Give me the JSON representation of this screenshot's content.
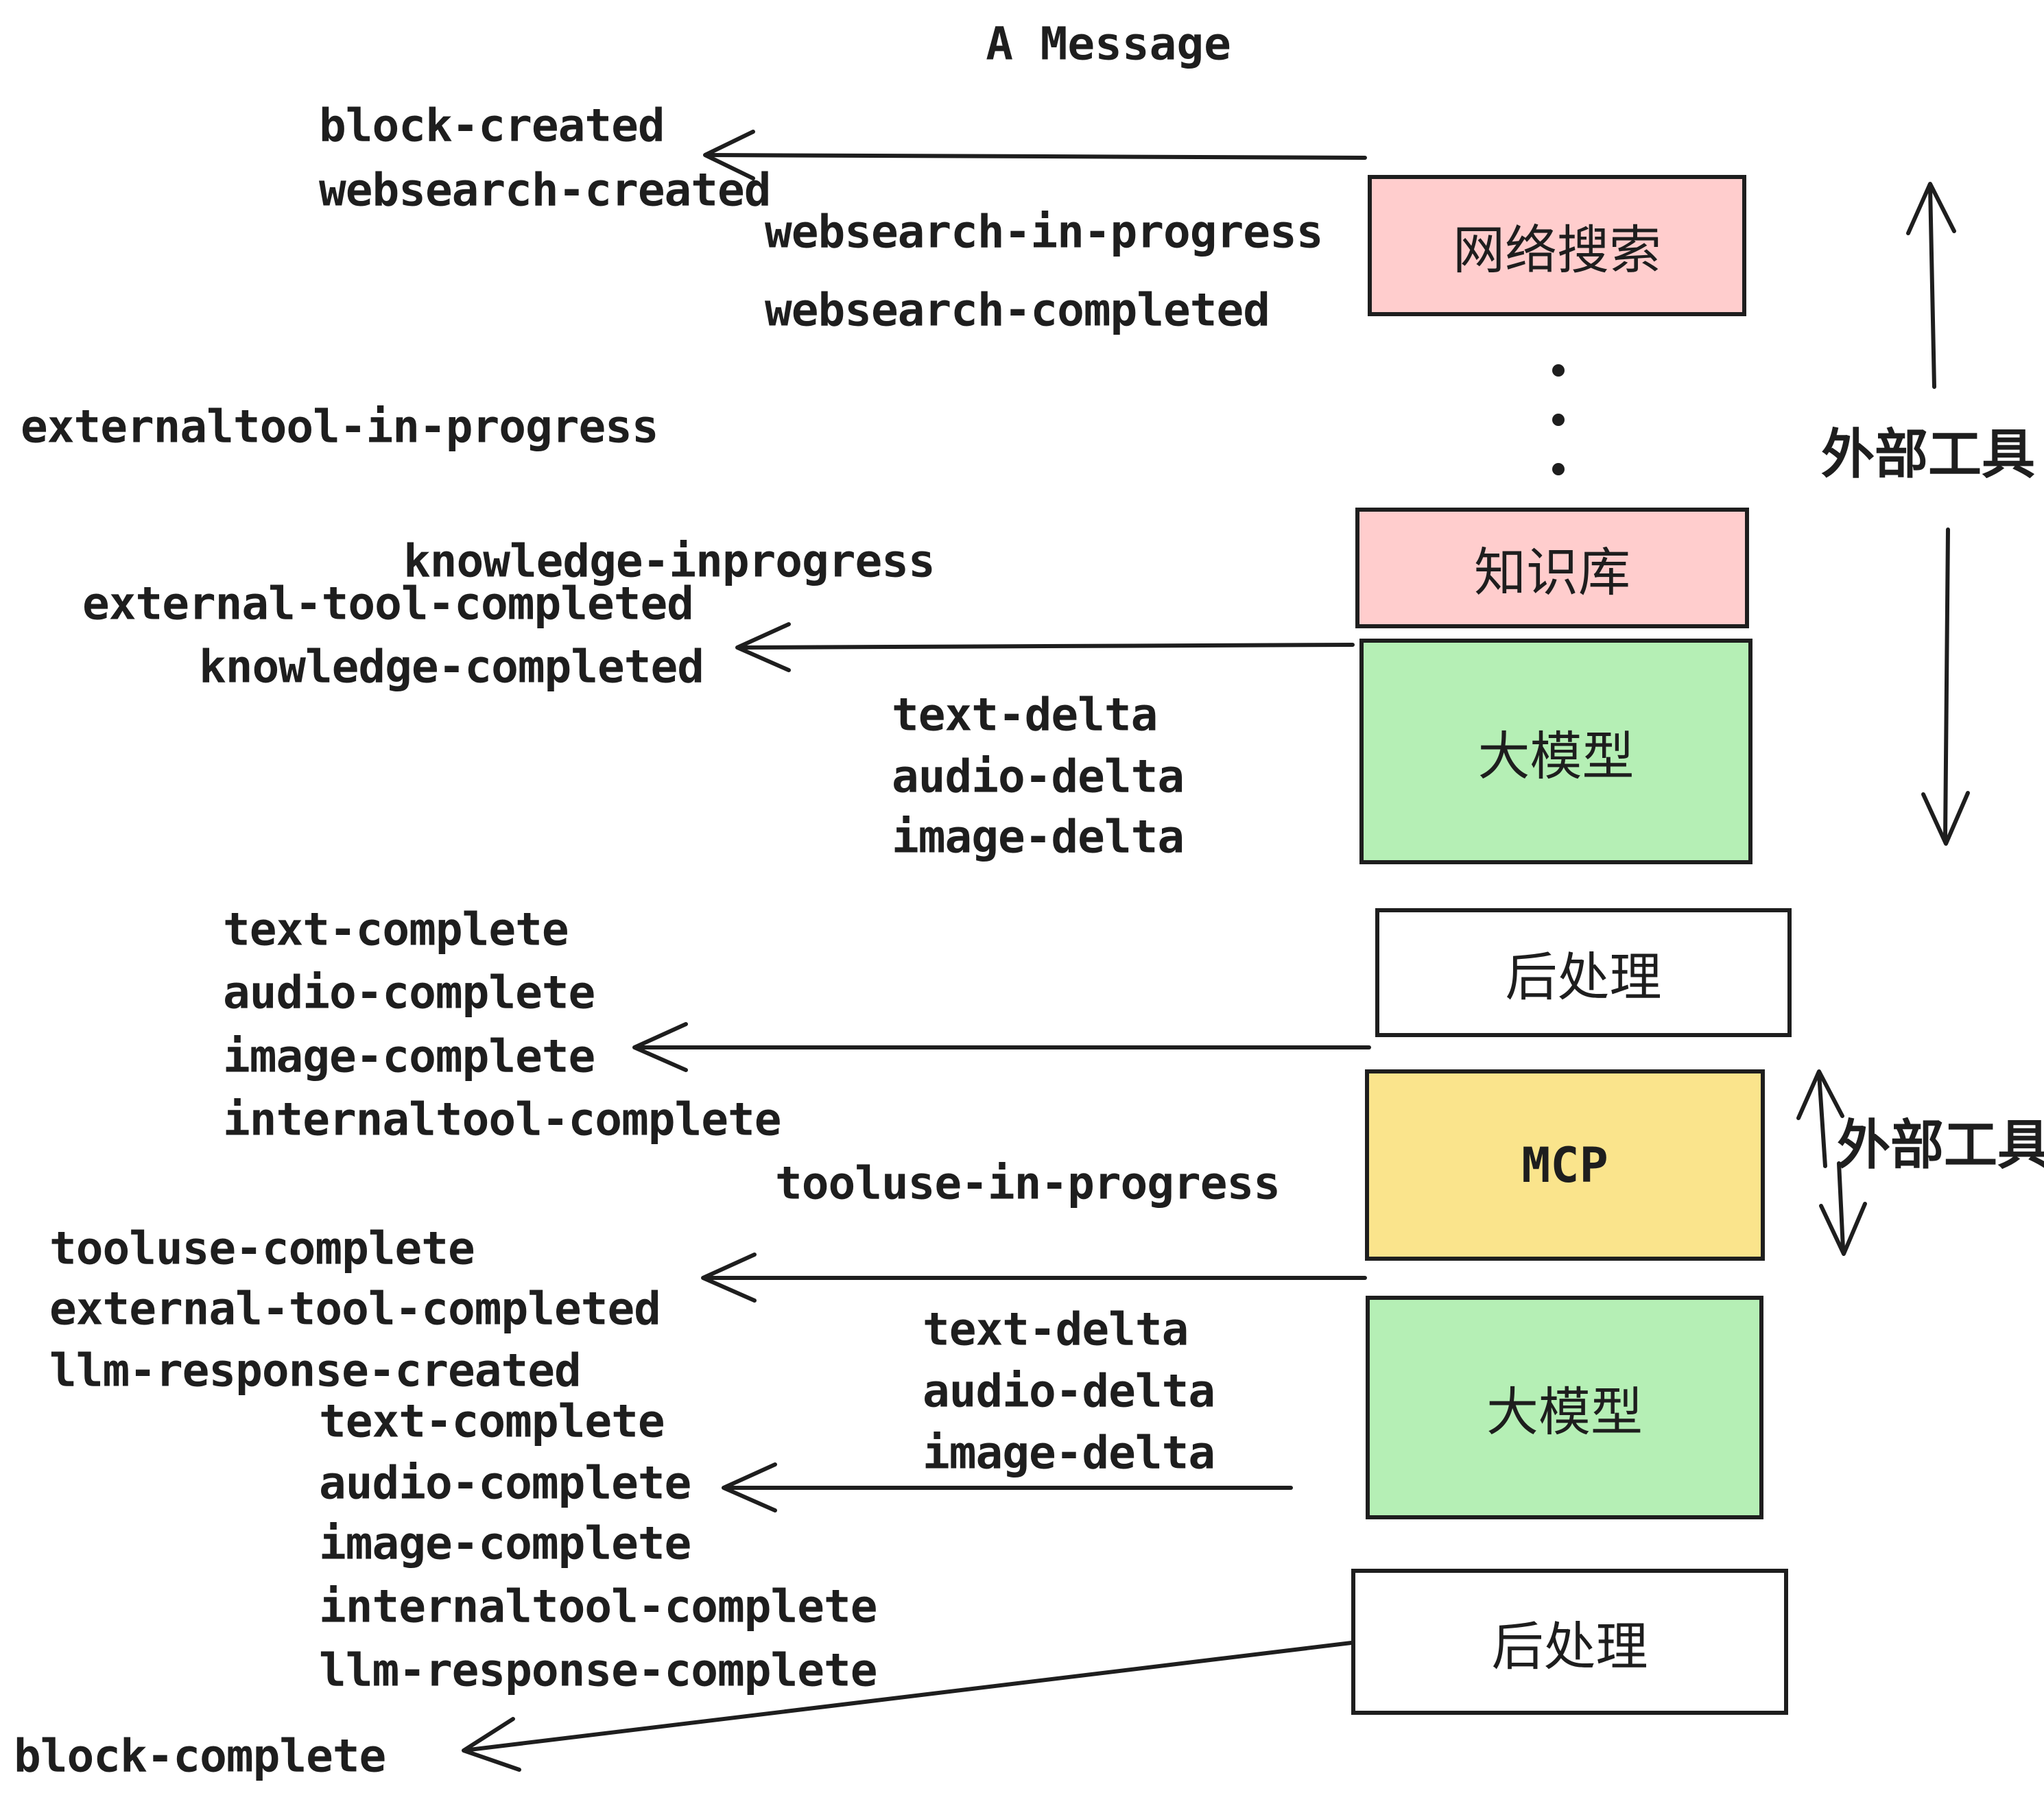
{
  "title": "A Message",
  "events": [
    {
      "text": "block-created"
    },
    {
      "text": "websearch-created"
    },
    {
      "text": "websearch-in-progress"
    },
    {
      "text": "websearch-completed"
    },
    {
      "text": "externaltool-in-progress"
    },
    {
      "text": "knowledge-inprogress"
    },
    {
      "text": "external-tool-completed"
    },
    {
      "text": "knowledge-completed"
    },
    {
      "text": "text-delta"
    },
    {
      "text": "audio-delta"
    },
    {
      "text": "image-delta"
    },
    {
      "text": "text-complete"
    },
    {
      "text": "audio-complete"
    },
    {
      "text": "image-complete"
    },
    {
      "text": "internaltool-complete"
    },
    {
      "text": "tooluse-in-progress"
    },
    {
      "text": "tooluse-complete"
    },
    {
      "text": "external-tool-completed"
    },
    {
      "text": "llm-response-created"
    },
    {
      "text": "text-complete"
    },
    {
      "text": "audio-complete"
    },
    {
      "text": "image-complete"
    },
    {
      "text": "internaltool-complete"
    },
    {
      "text": "llm-response-complete"
    },
    {
      "text": "text-delta"
    },
    {
      "text": "audio-delta"
    },
    {
      "text": "image-delta"
    },
    {
      "text": "block-complete"
    }
  ],
  "boxes": [
    {
      "label": "网络搜索",
      "fill": "#ffcdcd"
    },
    {
      "label": "知识库",
      "fill": "#ffcdcd"
    },
    {
      "label": "大模型",
      "fill": "#b5efb5"
    },
    {
      "label": "后处理",
      "fill": "#ffffff"
    },
    {
      "label": "MCP",
      "fill": "#fae48c"
    },
    {
      "label": "大模型",
      "fill": "#b5efb5"
    },
    {
      "label": "后处理",
      "fill": "#ffffff"
    }
  ],
  "side_annotations": [
    {
      "text": "外部工具"
    },
    {
      "text": "外部工具"
    }
  ],
  "colors": {
    "pink": "#ffcdcd",
    "green": "#b5efb5",
    "yellow": "#fae48c",
    "white": "#ffffff",
    "ink": "#1e1e1e",
    "background": "#ffffff"
  }
}
